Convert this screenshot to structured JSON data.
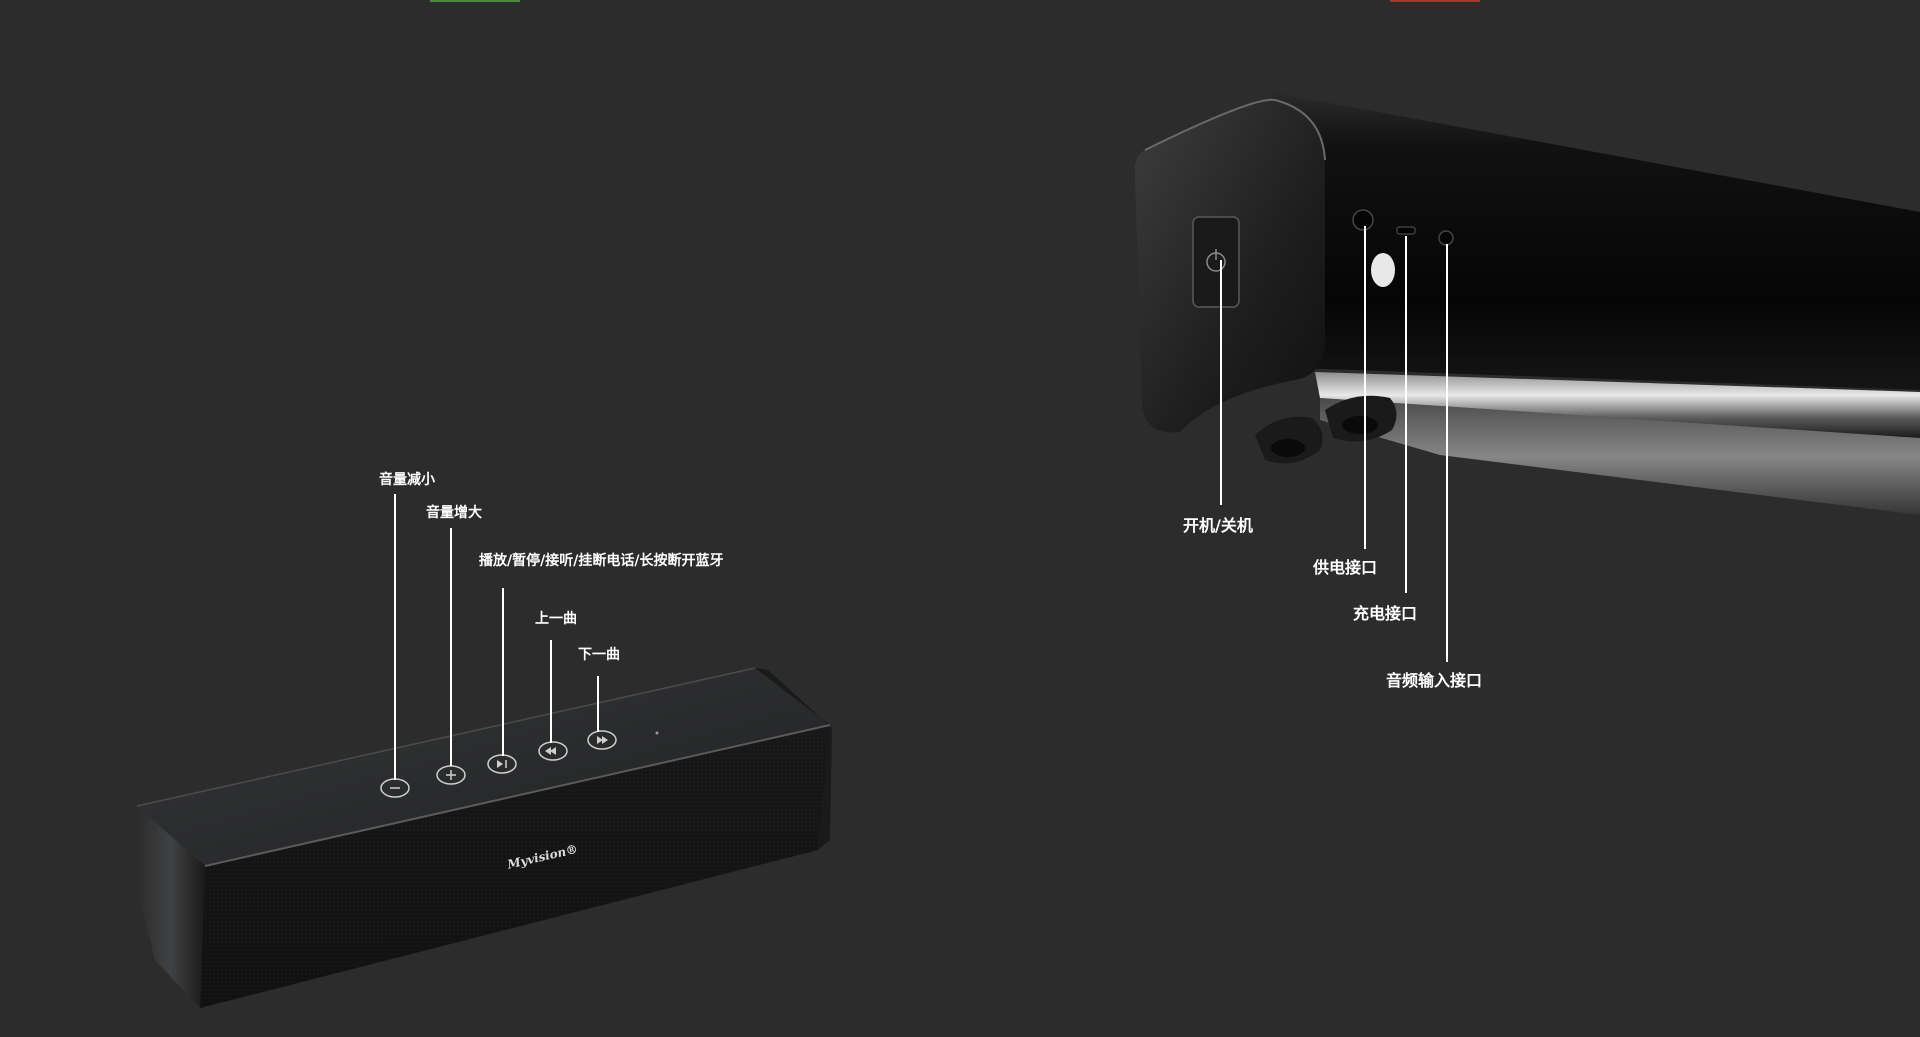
{
  "brand_logo": "Myvision®",
  "colors": {
    "background": "#2c2c2d",
    "label_text": "#ffffff",
    "leader_line": "#ffffff",
    "top_strip_green": "#4f8a3c",
    "top_strip_red": "#a8362f"
  },
  "front_speaker": {
    "labels": {
      "volume_down": "音量减小",
      "volume_up": "音量增大",
      "play_pause": "播放/暂停/接听/挂断电话/长按断开蓝牙",
      "previous_track": "上一曲",
      "next_track": "下一曲"
    }
  },
  "side_speaker": {
    "labels": {
      "power": "开机/关机",
      "power_input": "供电接口",
      "charging_port": "充电接口",
      "audio_in": "音频输入接口"
    }
  }
}
